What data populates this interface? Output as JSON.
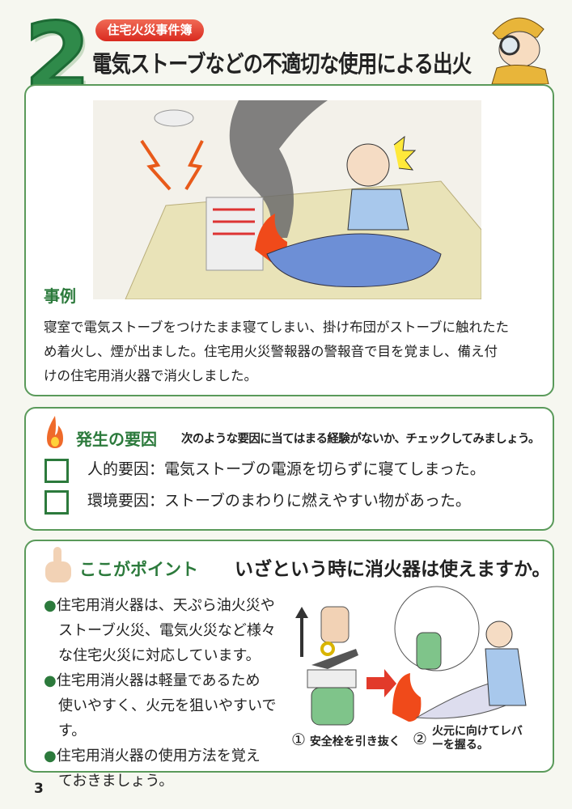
{
  "header": {
    "number": "2",
    "series_label": "住宅火災事件簿",
    "title": "電気ストーブなどの不適切な使用による出火"
  },
  "case": {
    "label": "事例",
    "lines": [
      "寝室で電気ストーブをつけたまま寝てしまい、掛け布団がストーブに触れたた",
      "め着火し、煙が出ました。住宅用火災警報器の警報音で目を覚まし、備え付",
      "けの住宅用消火器で消火しました。"
    ]
  },
  "causes": {
    "heading": "発生の要因",
    "prompt": "次のような要因に当てはまる経験がないか、チェックしてみましょう。",
    "items": [
      {
        "label": "人的要因：電気ストーブの電源を切らずに寝てしまった。",
        "checked": false
      },
      {
        "label": "環境要因：ストーブのまわりに燃えやすい物があった。",
        "checked": false
      }
    ]
  },
  "point": {
    "heading": "ここがポイント",
    "question": "いざという時に消火器は使えますか。",
    "bullets": [
      [
        "住宅用消火器は、天ぷら油火災や",
        "ストーブ火災、電気火災など様々",
        "な住宅火災に対応しています。"
      ],
      [
        "住宅用消火器は軽量であるため",
        "使いやすく、火元を狙いやすいです。"
      ],
      [
        "住宅用消火器の使用方法を覚え",
        "ておきましょう。"
      ]
    ],
    "steps": [
      {
        "num": "①",
        "text": "安全栓を引き抜く"
      },
      {
        "num": "②",
        "text": "火元に向けてレバーを握る。"
      }
    ]
  },
  "page_number": "3",
  "colors": {
    "accent_green": "#2c7a3c",
    "pill_red": "#e03a2a",
    "extinguisher": "#7fc48a"
  }
}
